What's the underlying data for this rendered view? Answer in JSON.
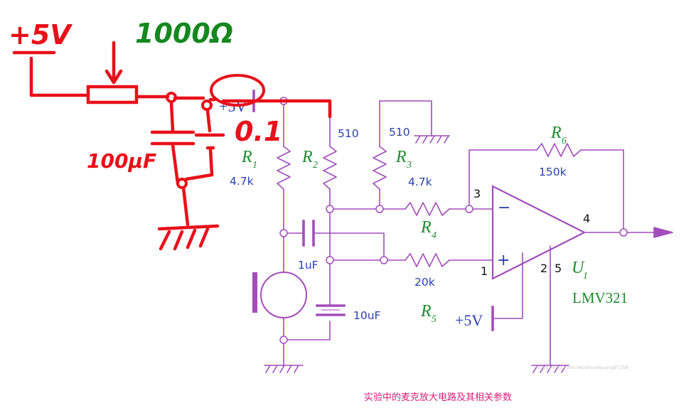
{
  "labels": {
    "r1": "R",
    "r1_sub": "1",
    "r1_val": "4.7k",
    "r2": "R",
    "r2_sub": "2",
    "r2_val": "510",
    "r3": "R",
    "r3_sub": "3",
    "r3_val": "4.7k",
    "r4": "R",
    "r4_sub": "4",
    "r5": "R",
    "r5_sub": "5",
    "r5_val": "20k",
    "r6": "R",
    "r6_sub": "6",
    "r6_val": "150k",
    "r_top": "510",
    "c1": "1uF",
    "c2": "10uF",
    "supply_top": "+5V",
    "supply_bottom": "+5V",
    "u1": "U",
    "u1_sub": "1",
    "u1_part": "LMV321",
    "pin1": "1",
    "pin2": "2",
    "pin3": "3",
    "pin4": "4",
    "pin5": "5",
    "opamp_minus": "−",
    "opamp_plus": "+"
  },
  "handwritten": {
    "supply": "+5V",
    "pot": "1000Ω",
    "cap_left": "100μF",
    "cap_right": "0.1"
  },
  "caption": "实验中的麦克放大电路及其相关参数",
  "watermark": "https://blog.csdn.net/shuoliguang97258",
  "colors": {
    "wire": "#a24dbb",
    "green_label": "#1c8c2e",
    "blue_label": "#2a3fb0",
    "pen_red": "#e8101a",
    "pen_green": "#14881f",
    "caption": "#d61f7a"
  }
}
